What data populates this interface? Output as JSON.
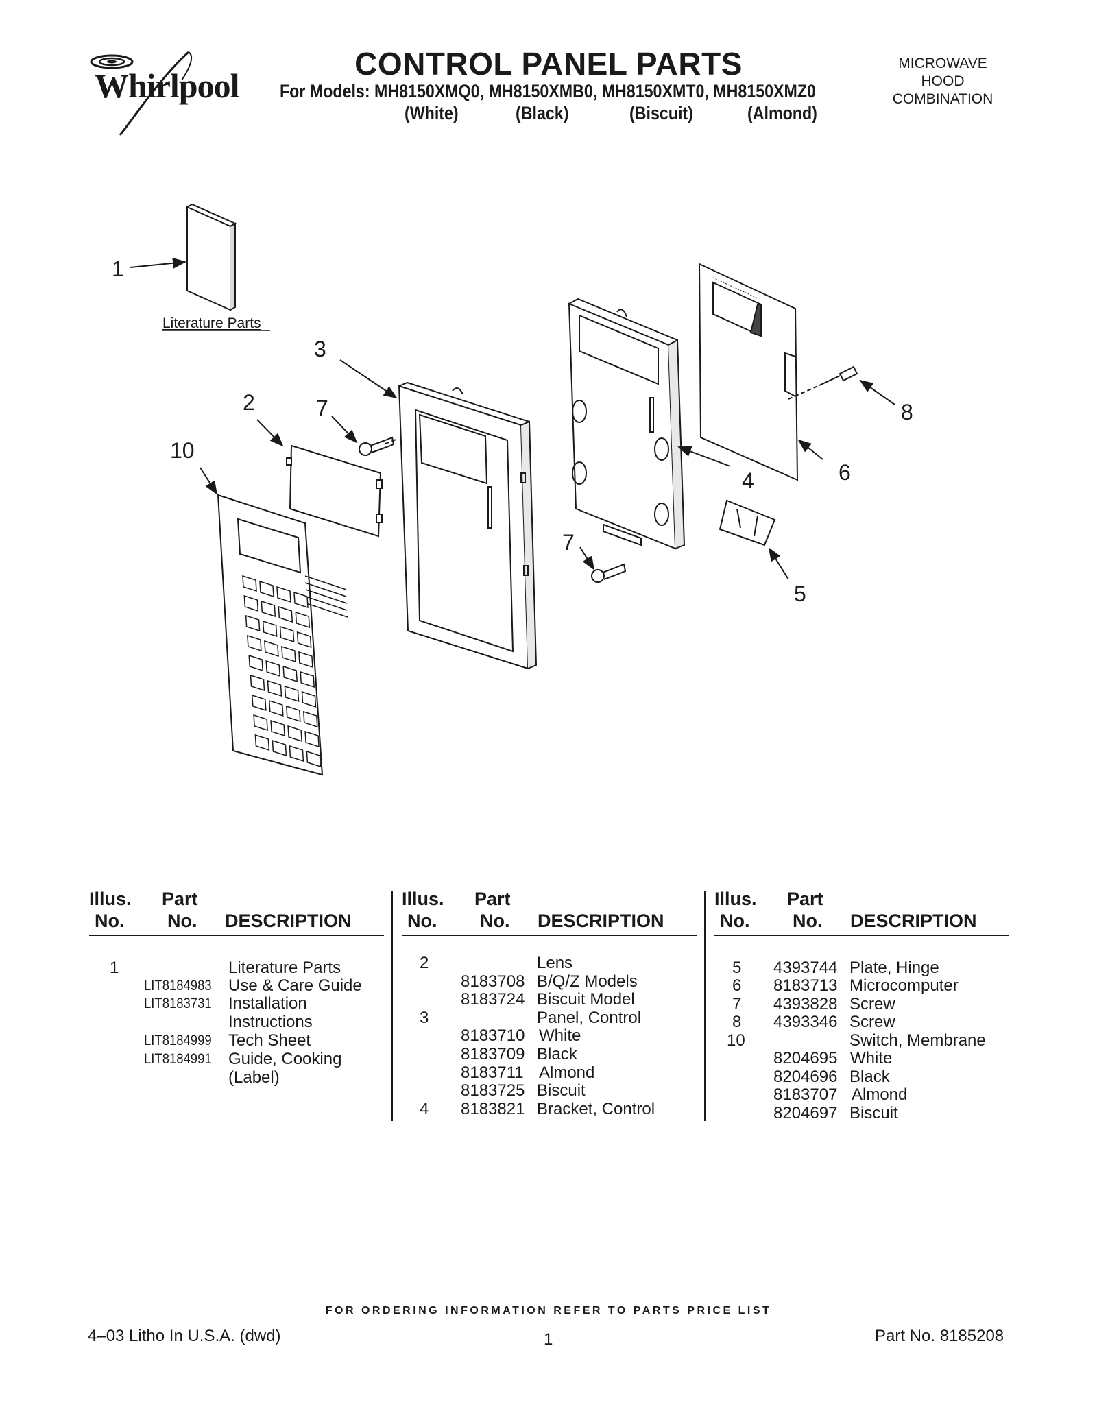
{
  "header": {
    "brand": "Whirlpool",
    "title": "CONTROL PANEL PARTS",
    "models_line": "For Models: MH8150XMQ0, MH8150XMB0, MH8150XMT0, MH8150XMZ0",
    "colors": [
      "(White)",
      "(Black)",
      "(Biscuit)",
      "(Almond)"
    ],
    "category": [
      "MICROWAVE",
      "HOOD",
      "COMBINATION"
    ]
  },
  "diagram": {
    "literature_label": "Literature Parts",
    "callouts": [
      "1",
      "2",
      "3",
      "4",
      "5",
      "6",
      "7",
      "7",
      "8",
      "10"
    ]
  },
  "table": {
    "headers": {
      "illus_1": "Illus.",
      "illus_2": "No.",
      "part_1": "Part",
      "part_2": "No.",
      "description": "DESCRIPTION"
    },
    "columns": [
      [
        {
          "illus": "1",
          "part": "",
          "desc": "Literature Parts"
        },
        {
          "illus": "",
          "part": "LIT8184983",
          "desc": "Use & Care Guide"
        },
        {
          "illus": "",
          "part": "LIT8183731",
          "desc": "Installation"
        },
        {
          "illus": "",
          "part": "",
          "desc": "Instructions"
        },
        {
          "illus": "",
          "part": "LIT8184999",
          "desc": "Tech Sheet"
        },
        {
          "illus": "",
          "part": "LIT8184991",
          "desc": "Guide, Cooking"
        },
        {
          "illus": "",
          "part": "",
          "desc": "(Label)"
        }
      ],
      [
        {
          "illus": "2",
          "part": "",
          "desc": "Lens"
        },
        {
          "illus": "",
          "part": "8183708",
          "desc": "B/Q/Z Models"
        },
        {
          "illus": "",
          "part": "8183724",
          "desc": "Biscuit Model"
        },
        {
          "illus": "3",
          "part": "",
          "desc": "Panel, Control"
        },
        {
          "illus": "",
          "part": "8183710",
          "desc": "White"
        },
        {
          "illus": "",
          "part": "8183709",
          "desc": "Black"
        },
        {
          "illus": "",
          "part": "8183711",
          "desc": "Almond"
        },
        {
          "illus": "",
          "part": "8183725",
          "desc": "Biscuit"
        },
        {
          "illus": "4",
          "part": "8183821",
          "desc": "Bracket, Control"
        }
      ],
      [
        {
          "illus": "5",
          "part": "4393744",
          "desc": "Plate, Hinge"
        },
        {
          "illus": "6",
          "part": "8183713",
          "desc": "Microcomputer"
        },
        {
          "illus": "7",
          "part": "4393828",
          "desc": "Screw"
        },
        {
          "illus": "8",
          "part": "4393346",
          "desc": "Screw"
        },
        {
          "illus": "10",
          "part": "",
          "desc": "Switch, Membrane"
        },
        {
          "illus": "",
          "part": "8204695",
          "desc": "White"
        },
        {
          "illus": "",
          "part": "8204696",
          "desc": "Black"
        },
        {
          "illus": "",
          "part": "8183707",
          "desc": "Almond"
        },
        {
          "illus": "",
          "part": "8204697",
          "desc": "Biscuit"
        }
      ]
    ]
  },
  "footer": {
    "ordering_note": "FOR ORDERING INFORMATION REFER TO PARTS PRICE LIST",
    "litho": "4–03 Litho In U.S.A. (dwd)",
    "page": "1",
    "part_no": "Part No. 8185208"
  }
}
